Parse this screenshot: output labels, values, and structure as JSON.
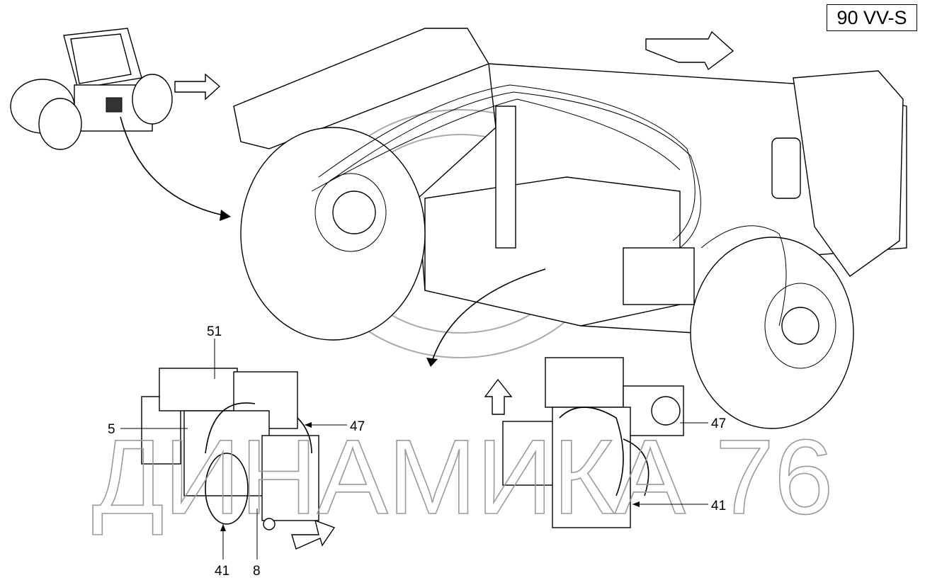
{
  "model_label": "90 VV-S",
  "watermark": "ДИНАМИКА 76",
  "left_assembly": {
    "callouts": [
      "51",
      "5",
      "47",
      "41",
      "8"
    ]
  },
  "right_assembly": {
    "callouts": [
      "47",
      "41"
    ]
  }
}
